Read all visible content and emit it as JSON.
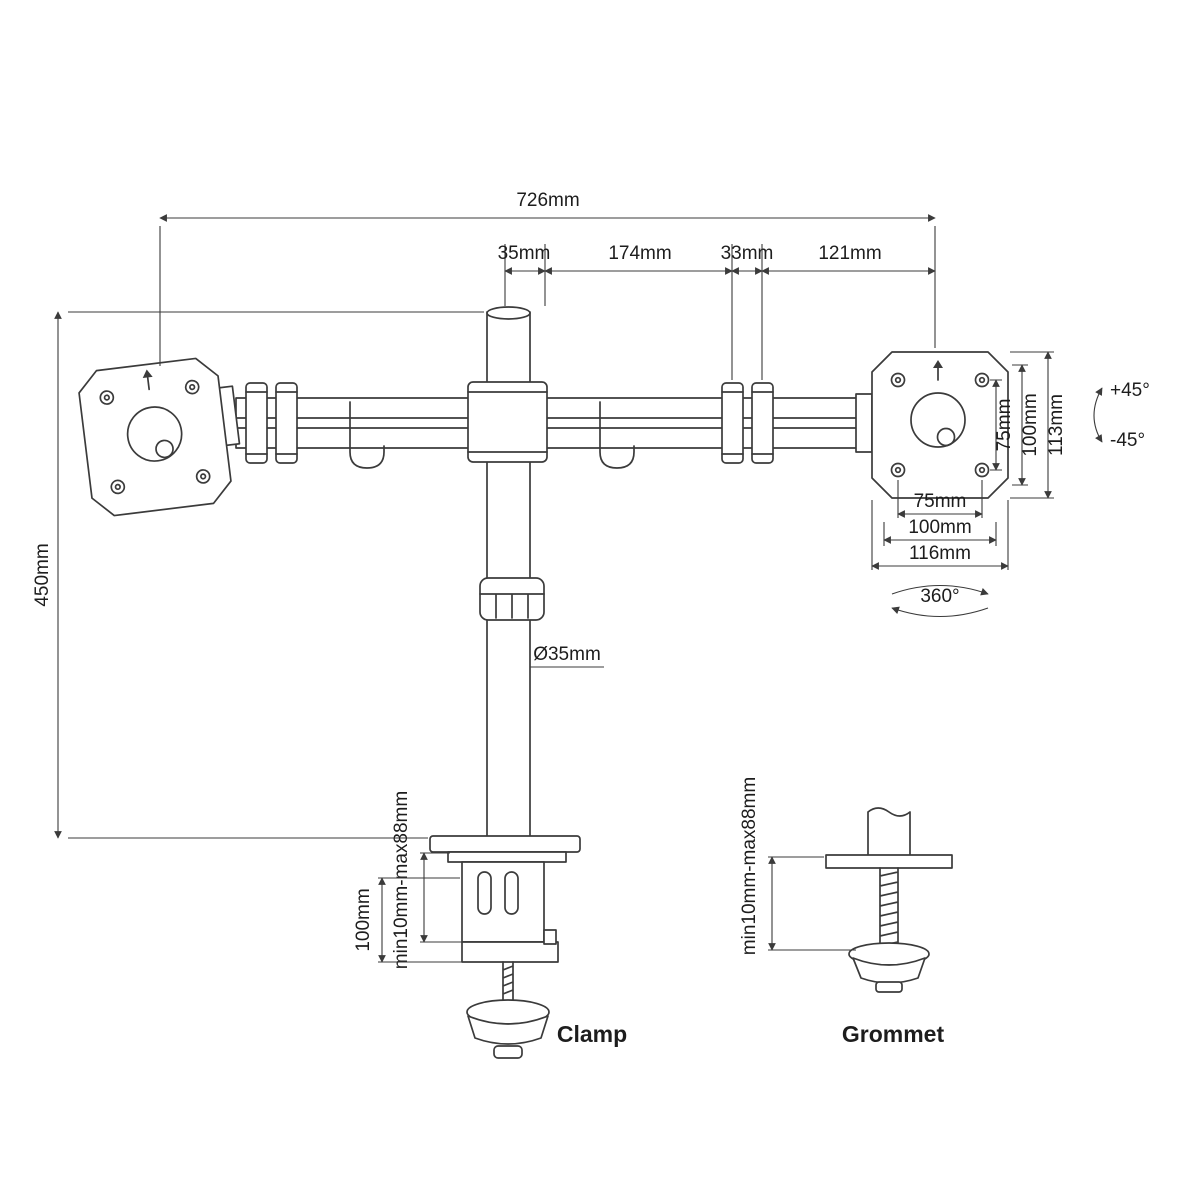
{
  "drawing": {
    "line_color": "#3b3b3b",
    "text_color": "#1d1d1d",
    "labels": {
      "clamp": "Clamp",
      "grommet": "Grommet"
    },
    "dimensions": {
      "total_width": "726mm",
      "pole_top_width": "35mm",
      "arm_inner": "174mm",
      "joint_width": "33mm",
      "arm_outer": "121mm",
      "column_height": "450mm",
      "vesa_vertical_75": "75mm",
      "vesa_vertical_100": "100mm",
      "plate_height": "113mm",
      "tilt_up": "+45°",
      "tilt_down": "-45°",
      "vesa_horizontal_75": "75mm",
      "vesa_horizontal_100": "100mm",
      "plate_width": "116mm",
      "swivel": "360°",
      "pole_diameter": "Ø35mm",
      "clamp_range": "min10mm-max88mm",
      "clamp_height": "100mm",
      "grommet_range": "min10mm-max88mm"
    }
  }
}
